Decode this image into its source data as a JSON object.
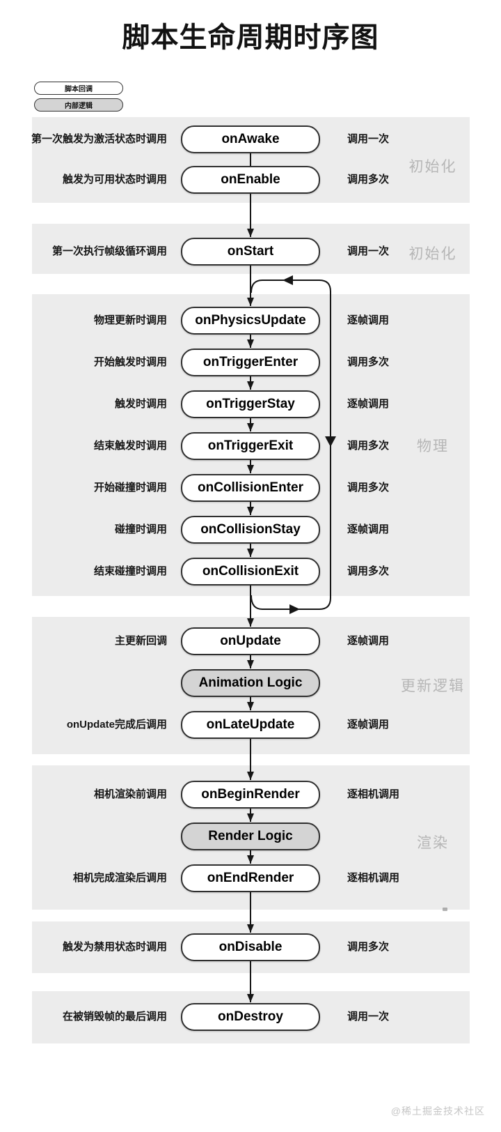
{
  "title": "脚本生命周期时序图",
  "legend": [
    {
      "label": "脚本回调",
      "type": "callback"
    },
    {
      "label": "内部逻辑",
      "type": "internal"
    }
  ],
  "sections": [
    {
      "name": "初始化",
      "rows": [
        {
          "left": "第一次触发为激活状态时调用",
          "node": "onAwake",
          "right": "调用一次",
          "type": "callback"
        },
        {
          "left": "触发为可用状态时调用",
          "node": "onEnable",
          "right": "调用多次",
          "type": "callback"
        }
      ]
    },
    {
      "name": "初始化",
      "rows": [
        {
          "left": "第一次执行帧级循环调用",
          "node": "onStart",
          "right": "调用一次",
          "type": "callback"
        }
      ]
    },
    {
      "name": "物理",
      "rows": [
        {
          "left": "物理更新时调用",
          "node": "onPhysicsUpdate",
          "right": "逐帧调用",
          "type": "callback"
        },
        {
          "left": "开始触发时调用",
          "node": "onTriggerEnter",
          "right": "调用多次",
          "type": "callback"
        },
        {
          "left": "触发时调用",
          "node": "onTriggerStay",
          "right": "逐帧调用",
          "type": "callback"
        },
        {
          "left": "结束触发时调用",
          "node": "onTriggerExit",
          "right": "调用多次",
          "type": "callback"
        },
        {
          "left": "开始碰撞时调用",
          "node": "onCollisionEnter",
          "right": "调用多次",
          "type": "callback"
        },
        {
          "left": "碰撞时调用",
          "node": "onCollisionStay",
          "right": "逐帧调用",
          "type": "callback"
        },
        {
          "left": "结束碰撞时调用",
          "node": "onCollisionExit",
          "right": "调用多次",
          "type": "callback"
        }
      ]
    },
    {
      "name": "更新逻辑",
      "rows": [
        {
          "left": "主更新回调",
          "node": "onUpdate",
          "right": "逐帧调用",
          "type": "callback"
        },
        {
          "left": "",
          "node": "Animation Logic",
          "right": "",
          "type": "internal"
        },
        {
          "left": "onUpdate完成后调用",
          "node": "onLateUpdate",
          "right": "逐帧调用",
          "type": "callback"
        }
      ]
    },
    {
      "name": "渲染",
      "rows": [
        {
          "left": "相机渲染前调用",
          "node": "onBeginRender",
          "right": "逐相机调用",
          "type": "callback"
        },
        {
          "left": "",
          "node": "Render Logic",
          "right": "",
          "type": "internal"
        },
        {
          "left": "相机完成渲染后调用",
          "node": "onEndRender",
          "right": "逐相机调用",
          "type": "callback"
        }
      ]
    },
    {
      "name": "",
      "rows": [
        {
          "left": "触发为禁用状态时调用",
          "node": "onDisable",
          "right": "调用多次",
          "type": "callback"
        }
      ]
    },
    {
      "name": "",
      "rows": [
        {
          "left": "在被销毁帧的最后调用",
          "node": "onDestroy",
          "right": "调用一次",
          "type": "callback"
        }
      ]
    }
  ],
  "loop": {
    "from": "onCollisionExit",
    "to": "onPhysicsUpdate"
  },
  "watermark": "@稀土掘金技术社区",
  "colors": {
    "band": "#ececec",
    "internal_node": "#d4d4d4",
    "node_border": "#2f2f2f",
    "section_label": "#b6b6b6",
    "arrow": "#161616",
    "watermark": "#c6c6c6"
  }
}
